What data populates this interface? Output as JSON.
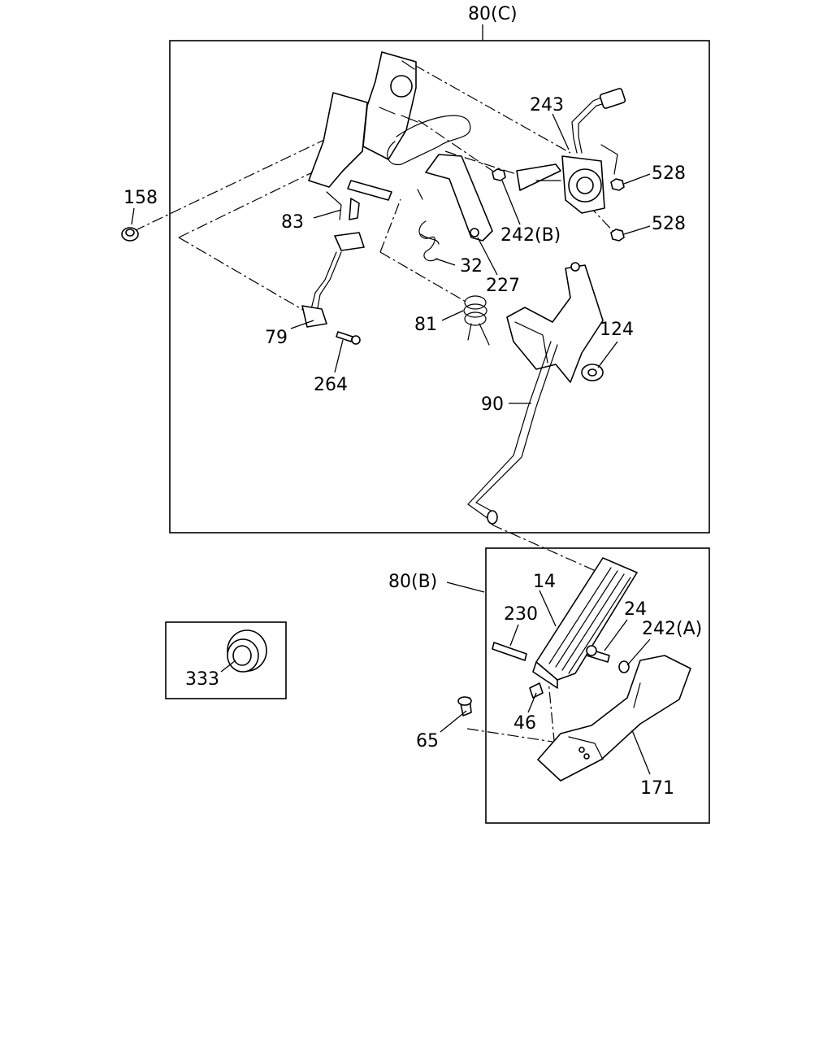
{
  "labels": {
    "assembly_c": "80(C)",
    "assembly_b": "80(B)",
    "p243": "243",
    "p528a": "528",
    "p528b": "528",
    "p158": "158",
    "p83": "83",
    "p242b": "242(B)",
    "p32": "32",
    "p227": "227",
    "p81": "81",
    "p124": "124",
    "p79": "79",
    "p264": "264",
    "p90": "90",
    "p14": "14",
    "p230": "230",
    "p24": "24",
    "p242a": "242(A)",
    "p333": "333",
    "p46": "46",
    "p65": "65",
    "p171": "171"
  }
}
